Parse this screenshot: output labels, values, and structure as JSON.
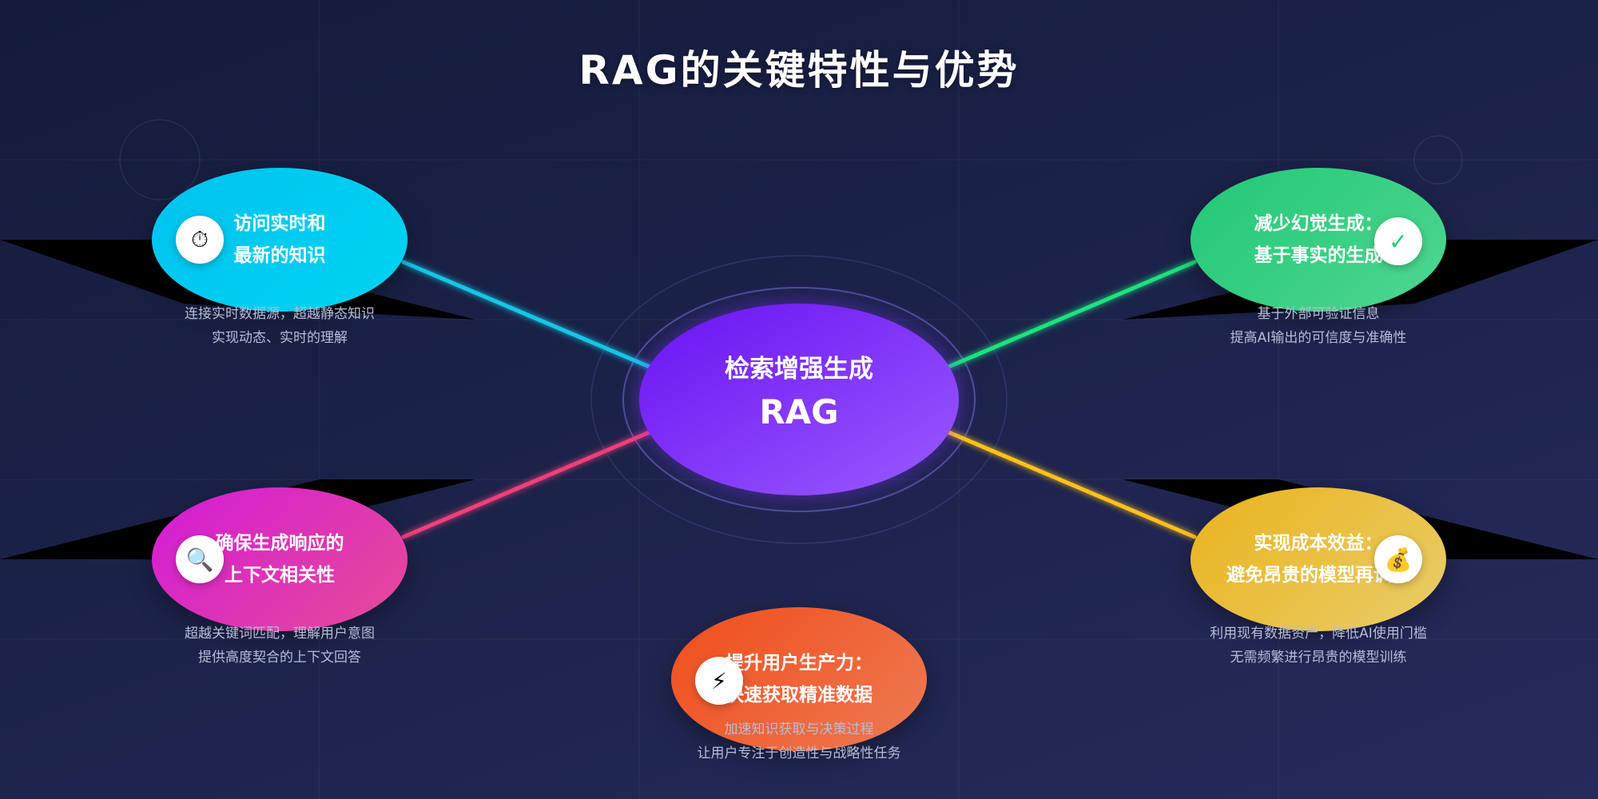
{
  "title": "RAG的关键特性与优势",
  "center": {
    "line1": "检索增强生成",
    "line2": "RAG",
    "color": "#7b2ff7"
  },
  "features": [
    {
      "id": "realtime",
      "title_lines": [
        "访问实时和",
        "最新的知识"
      ],
      "desc_lines": [
        "连接实时数据源，超越静态知识",
        "实现动态、实时的理解"
      ],
      "icon": "stopwatch-icon",
      "icon_glyph": "⏱",
      "color": "#00c2f0",
      "line_color": "#19c6e6"
    },
    {
      "id": "hallucination",
      "title_lines": [
        "减少幻觉生成：",
        "基于事实的生成"
      ],
      "desc_lines": [
        "基于外部可验证信息",
        "提高AI输出的可信度与准确性"
      ],
      "icon": "checkmark-icon",
      "icon_glyph": "✓",
      "color": "#22c877",
      "line_color": "#1de27f"
    },
    {
      "id": "context",
      "title_lines": [
        "确保生成响应的",
        "上下文相关性"
      ],
      "desc_lines": [
        "超越关键词匹配，理解用户意图",
        "提供高度契合的上下文回答"
      ],
      "icon": "magnifier-icon",
      "icon_glyph": "🔍",
      "color": "#d41bd8",
      "line_color": "#f0407a"
    },
    {
      "id": "cost",
      "title_lines": [
        "实现成本效益：",
        "避免昂贵的模型再训练"
      ],
      "desc_lines": [
        "利用现有数据资产，降低AI使用门槛",
        "无需频繁进行昂贵的模型训练"
      ],
      "icon": "money-bag-icon",
      "icon_glyph": "💰",
      "color": "#eab31c",
      "line_color": "#ffc21a"
    },
    {
      "id": "productivity",
      "title_lines": [
        "提升用户生产力：",
        "快速获取精准数据"
      ],
      "desc_lines": [
        "加速知识获取与决策过程",
        "让用户专注于创造性与战略性任务"
      ],
      "icon": "lightning-icon",
      "icon_glyph": "⚡",
      "color": "#f04d1c",
      "line_color": ""
    }
  ]
}
